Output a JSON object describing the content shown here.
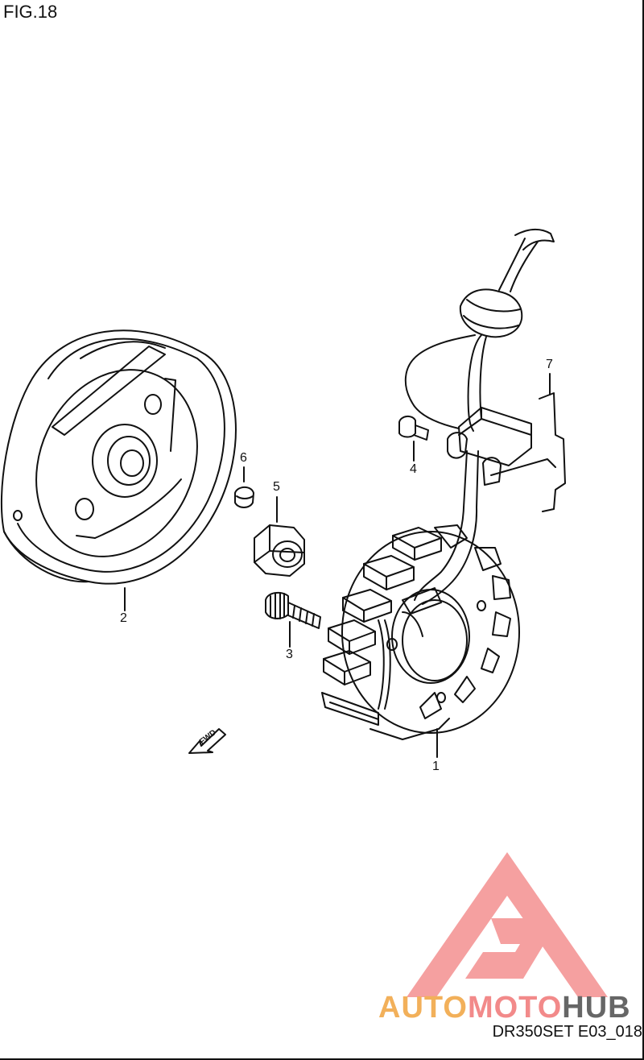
{
  "figure_label": "FIG.18",
  "diagram_code": "DR350SET E03_018",
  "fwd_label": "FWD",
  "callouts": [
    {
      "id": "1",
      "label": "1"
    },
    {
      "id": "2",
      "label": "2"
    },
    {
      "id": "3",
      "label": "3"
    },
    {
      "id": "4",
      "label": "4"
    },
    {
      "id": "5",
      "label": "5"
    },
    {
      "id": "6",
      "label": "6"
    },
    {
      "id": "7",
      "label": "7"
    }
  ],
  "watermark": {
    "part1": "AUTO",
    "part2": "MOTO",
    "part3": "HUB",
    "colors": {
      "auto": "#f2b05a",
      "moto": "#f28a8a",
      "hub": "#666666",
      "logo": "#f5a0a0"
    }
  }
}
